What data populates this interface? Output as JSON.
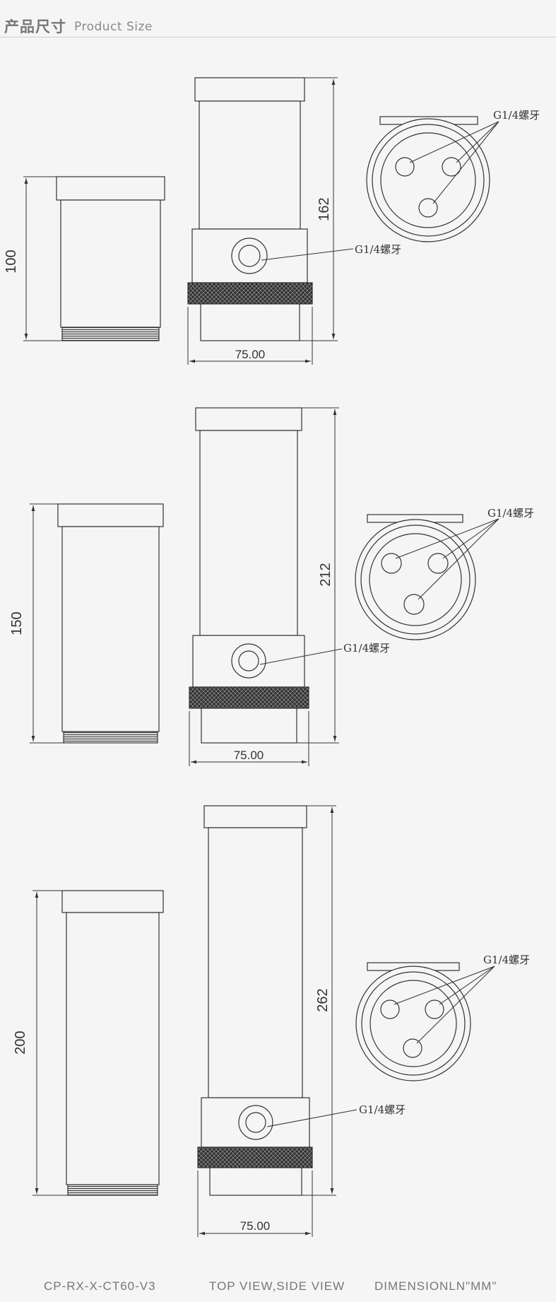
{
  "header": {
    "title_zh": "产品尺寸",
    "title_en": "Product Size"
  },
  "thread_label": "G1/4螺牙",
  "width_label": "75.00",
  "variants": [
    {
      "body_height": "100",
      "total_height": "162"
    },
    {
      "body_height": "150",
      "total_height": "212"
    },
    {
      "body_height": "200",
      "total_height": "262"
    }
  ],
  "footer": {
    "model": "CP-RX-X-CT60-V3",
    "views": "TOP VIEW,SIDE VIEW",
    "dimension": "DIMENSIONLN\"MM\""
  },
  "colors": {
    "background": "#f5f5f5",
    "line": "#333333",
    "knurl": "#2a2a2a",
    "text": "#555555"
  }
}
